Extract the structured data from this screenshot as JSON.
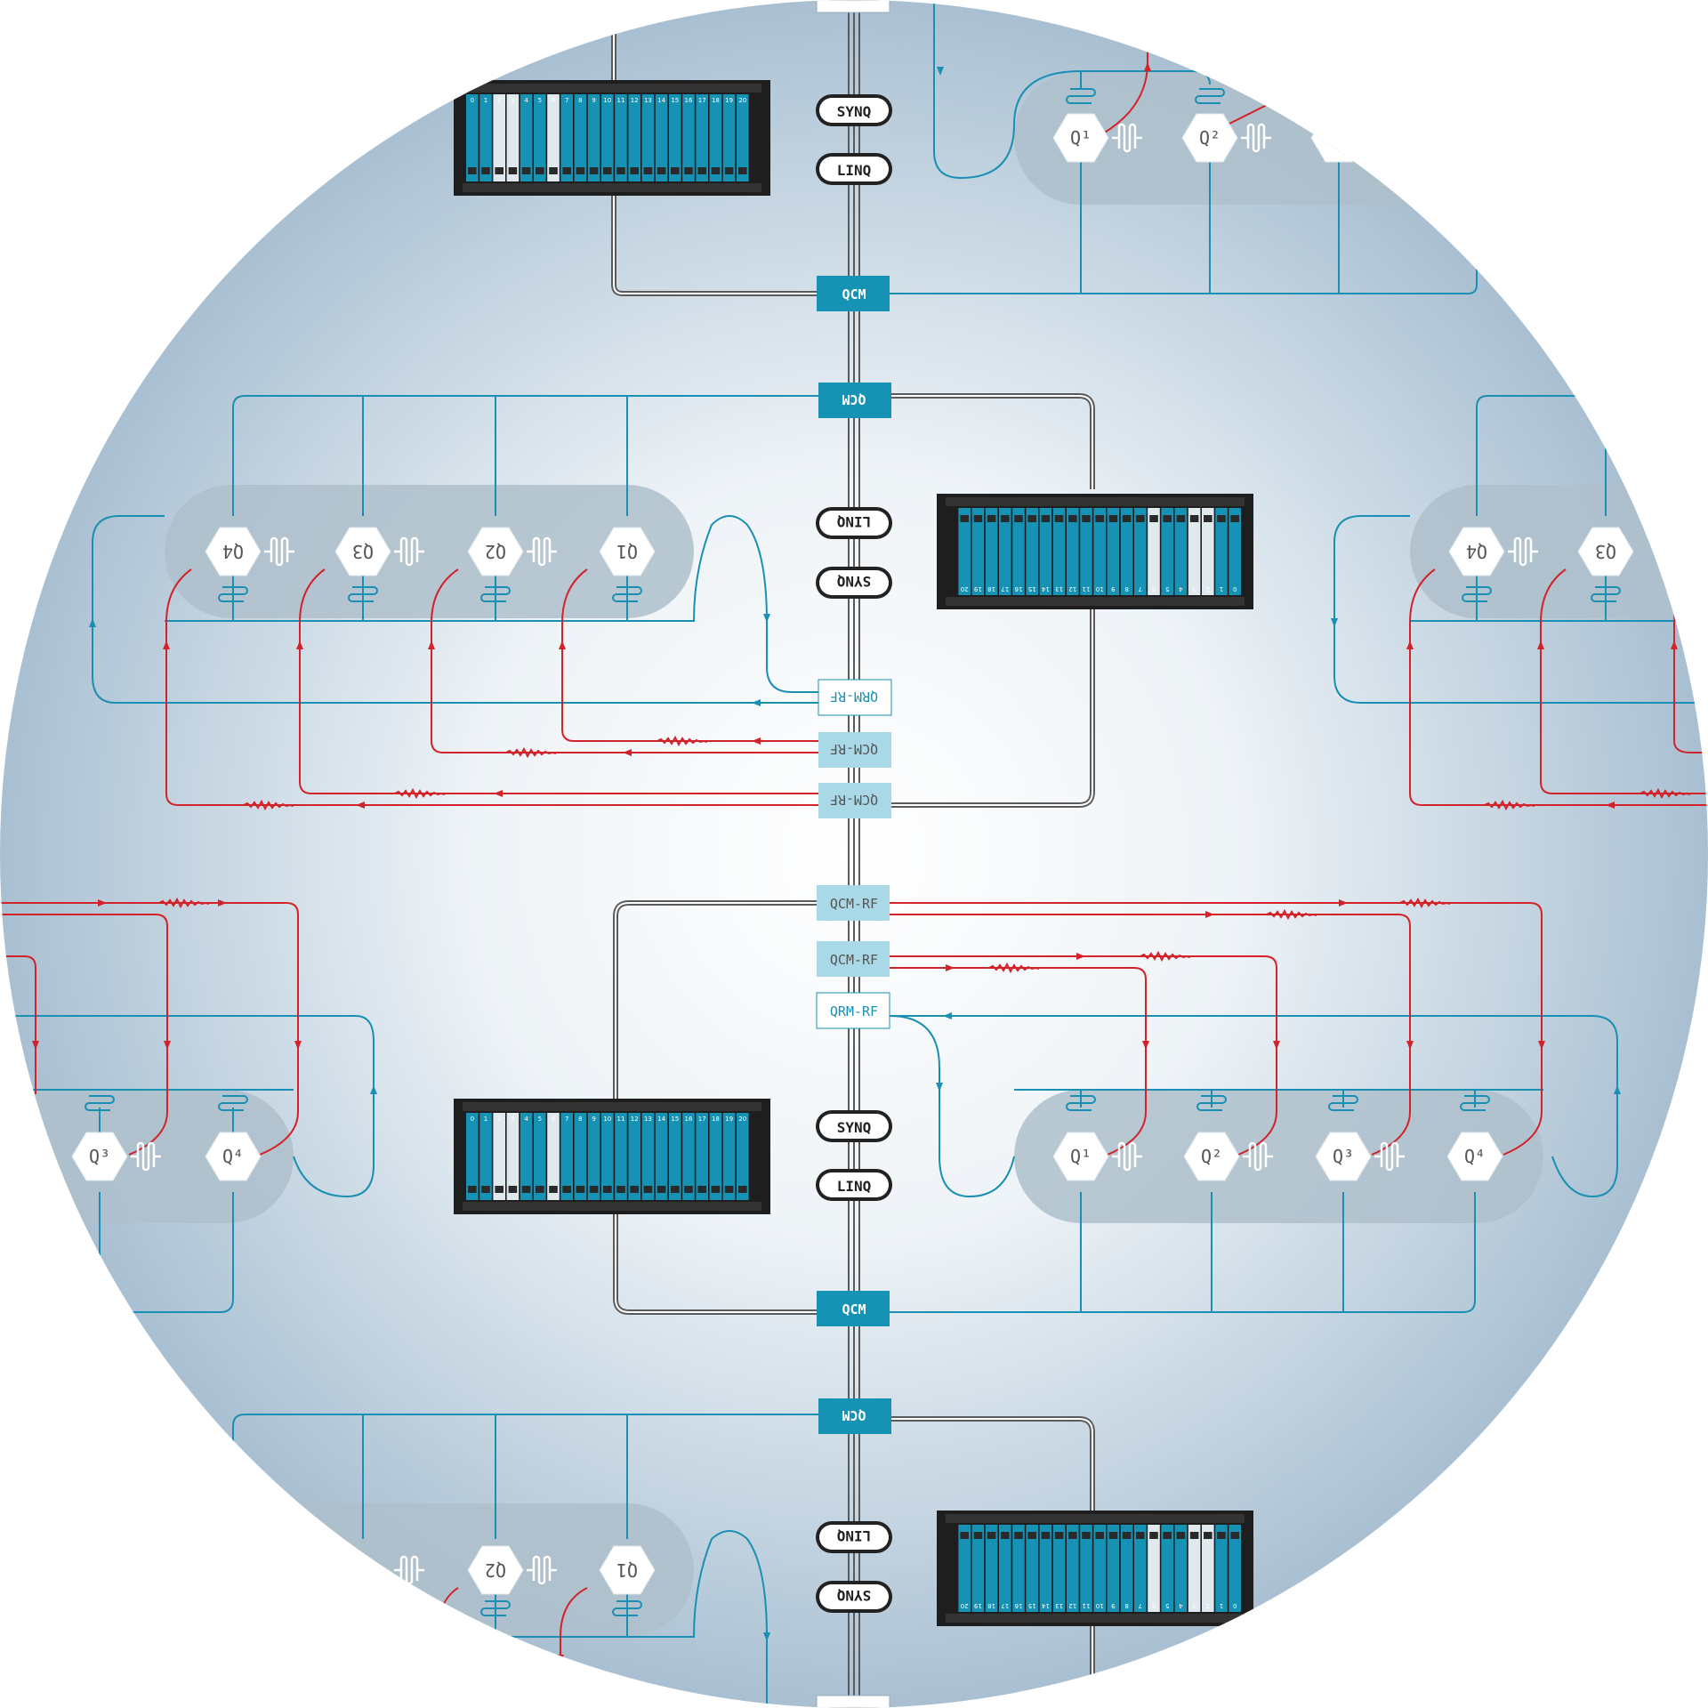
{
  "colors": {
    "teal": "#1a8fb4",
    "red": "#d2232a",
    "rf_box": "#a9d8e6",
    "island": "#aebfcb",
    "disc_edge": "#a9c0d2",
    "disc_center": "#ffffff",
    "cable": "#5a5a5a",
    "rack_module": "#1592b4",
    "rack_frame": "#222222"
  },
  "icons": {
    "qubit": "hexagon-qubit-icon",
    "coupler": "meander-coupler-icon",
    "resonator": "readout-resonator-icon",
    "rack": "instrument-cluster-rack-icon",
    "link": "cable-link-icon"
  },
  "links": {
    "synq": "SYNQ",
    "linq": "LINQ"
  },
  "modules": {
    "qcm": "QCM",
    "qcm_rf": "QCM-RF",
    "qrm_rf": "QRM-RF"
  },
  "qubits": {
    "q1": "Q¹",
    "q2": "Q²",
    "q3": "Q³",
    "q4": "Q⁴",
    "q1_flat": "Q1",
    "q2_flat": "Q2",
    "q3_flat": "Q3",
    "q4_flat": "Q4"
  },
  "slots": [
    "0",
    "1",
    "2",
    "3",
    "4",
    "5",
    "6",
    "7",
    "8",
    "9",
    "10",
    "11",
    "12",
    "13",
    "14",
    "15",
    "16",
    "17",
    "18",
    "19",
    "20"
  ]
}
